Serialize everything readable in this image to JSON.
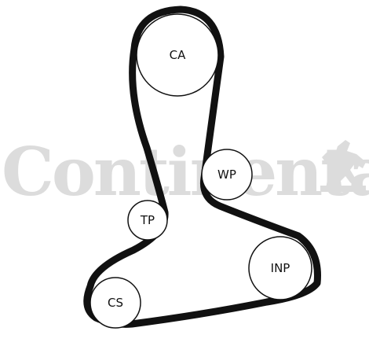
{
  "watermark": {
    "text": "Continental",
    "color": "#dcdcdc"
  },
  "belt": {
    "color": "#111111"
  },
  "pulleys": [
    {
      "id": "ca",
      "label": "CA"
    },
    {
      "id": "wp",
      "label": "WP"
    },
    {
      "id": "tp",
      "label": "TP"
    },
    {
      "id": "inp",
      "label": "INP"
    },
    {
      "id": "cs",
      "label": "CS"
    }
  ]
}
